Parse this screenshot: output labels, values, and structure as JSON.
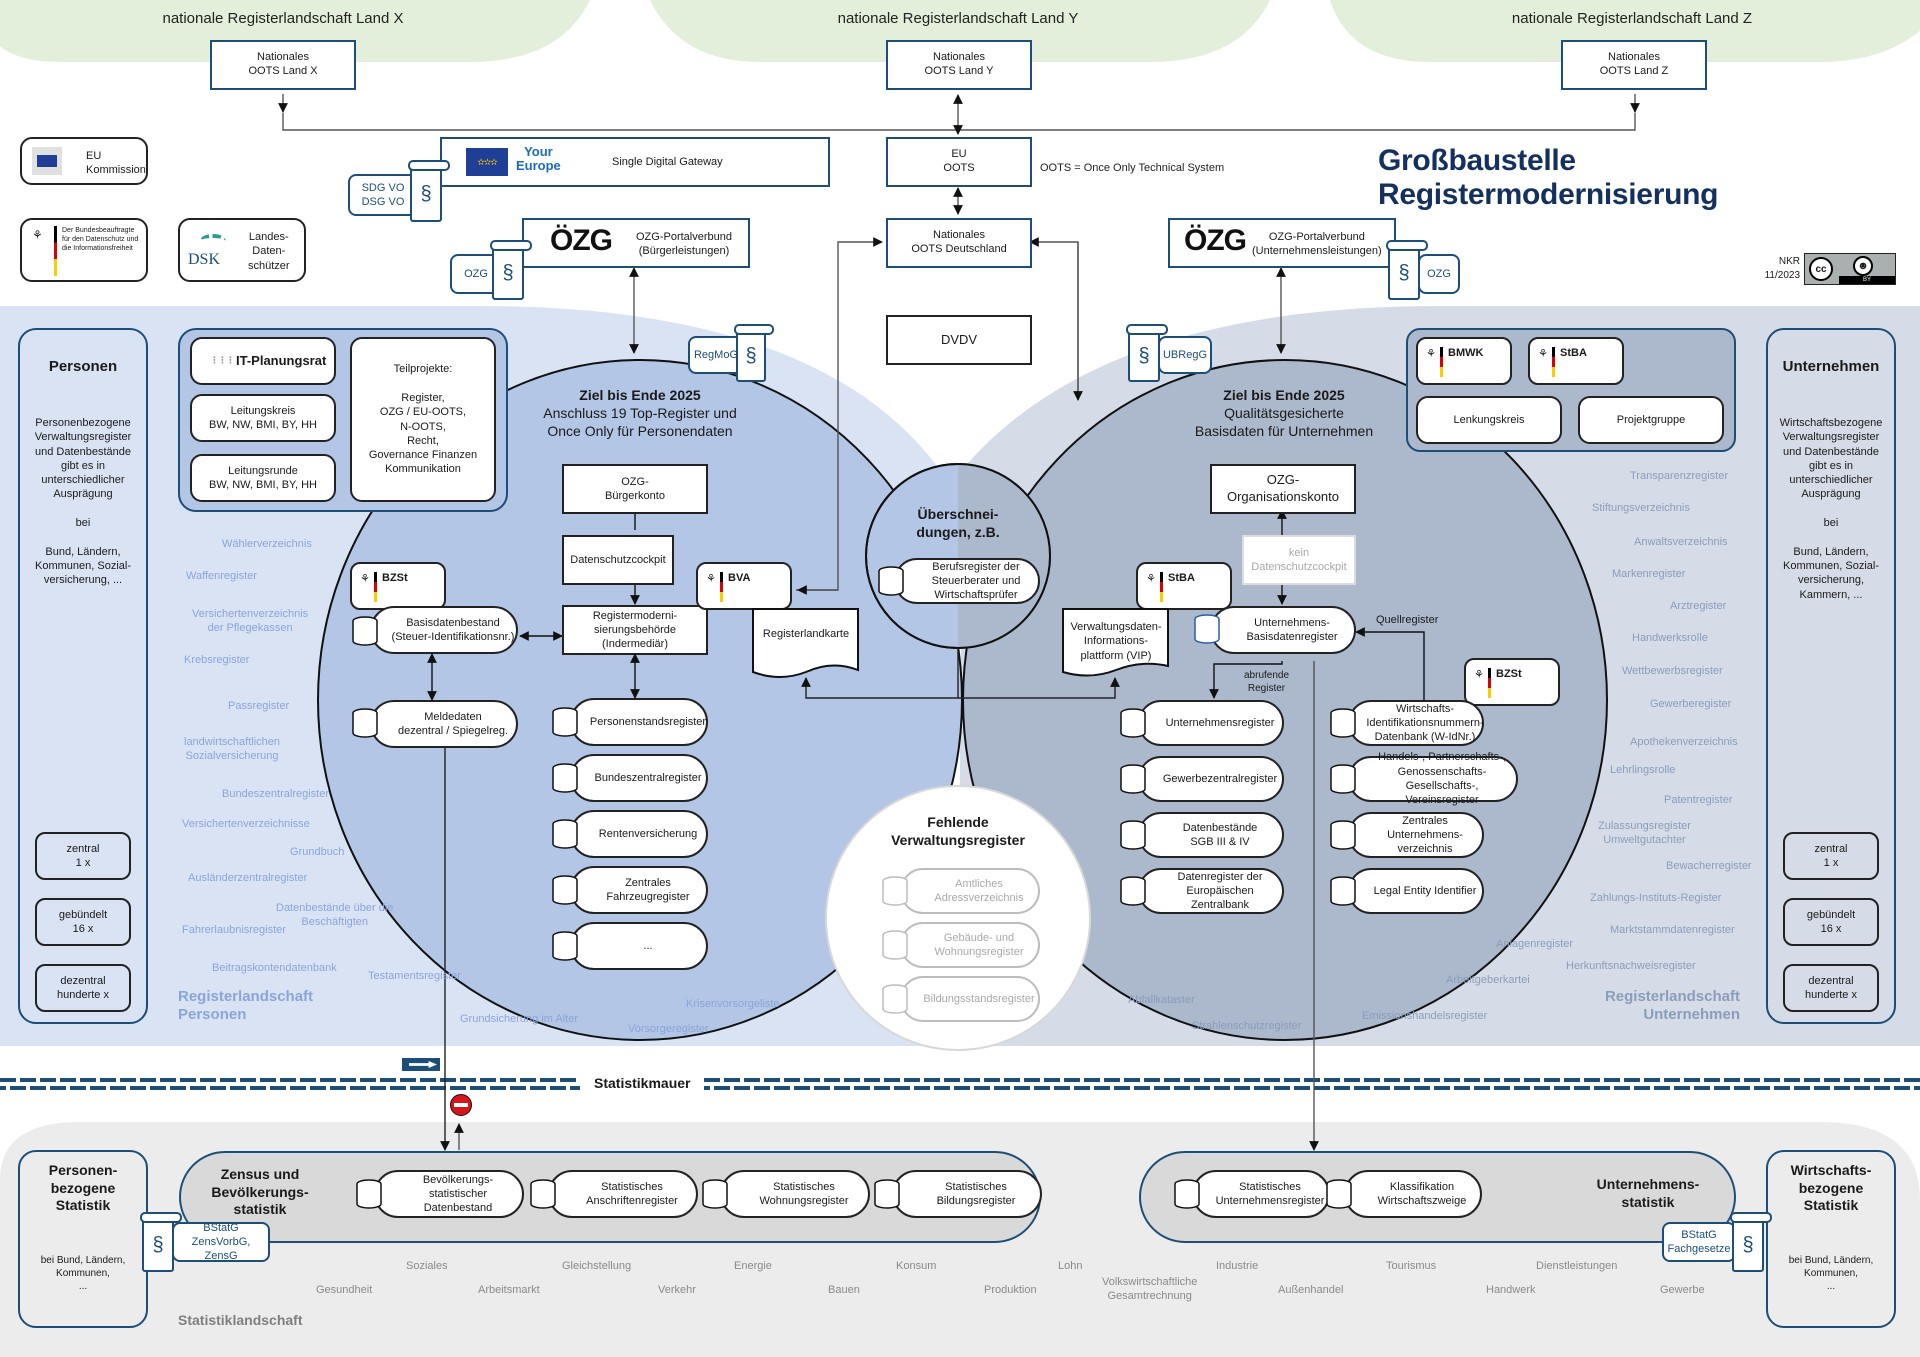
{
  "title": "Großbaustelle Registermodernisierung",
  "credit": {
    "org": "NKR",
    "date": "11/2023",
    "license": "CC BY"
  },
  "colors": {
    "navy": "#1d4e77",
    "title": "#14305e",
    "persons_region": "#dae3f4",
    "persons_circle": "#b3c6e6",
    "business_region": "#d6dce7",
    "business_circle": "#acb8cc",
    "national_green": "#e3efda",
    "statistics_bg": "#ececec"
  },
  "national_landscapes": [
    {
      "title": "nationale Registerlandschaft Land X",
      "oots": "Nationales\nOOTS Land X"
    },
    {
      "title": "nationale Registerlandschaft Land Y",
      "oots": "Nationales\nOOTS Land Y"
    },
    {
      "title": "nationale Registerlandschaft Land Z",
      "oots": "Nationales\nOOTS Land Z"
    }
  ],
  "eu": {
    "oots": "EU\nOOTS",
    "oots_legend": "OOTS = Once Only Technical System",
    "national_oots_de": "Nationales\nOOTS Deutschland",
    "dvdv": "DVDV",
    "sdg": {
      "logo_text": "Your\nEurope",
      "label": "Single Digital Gateway",
      "law": "SDG VO\nDSG VO"
    }
  },
  "authorities": {
    "eu_commission": "EU\nKommission",
    "bfdi": "Der Bundesbeauftragte\nfür den Datenschutz und\ndie Informationsfreiheit",
    "dsk_logo": "DSK",
    "dsk": "Landes-\nDaten-\nschützer"
  },
  "ozg_portals": [
    {
      "logo": "ÖZG",
      "label": "OZG-Portalverbund\n(Bürgerleistungen)",
      "law": "OZG"
    },
    {
      "logo": "ÖZG",
      "label": "OZG-Portalverbund\n(Unternehmensleistungen)",
      "law": "OZG"
    }
  ],
  "laws": {
    "regmog": "RegMoG",
    "ubregg": "UBRegG",
    "bstatg_persons": "BStatG\nZensVorbG, ZensG",
    "bstatg_business": "BStatG\nFachgesetze",
    "paragraph_icon": "§"
  },
  "persons": {
    "panel": {
      "title": "Personen",
      "text": "Personenbezogene\nVerwaltungsregister\nund Datenbestände\ngibt es in\nunterschiedlicher\nAusprägung\n\nbei\n\nBund, Ländern,\nKommunen, Sozial-\nversicherung, ...",
      "counts": [
        "zentral\n1 x",
        "gebündelt\n16 x",
        "dezentral\nhunderte x"
      ]
    },
    "governance": {
      "itplr": "IT-Planungsrat",
      "leitungskreis": "Leitungskreis\nBW, NW, BMI, BY, HH",
      "leitungsrunde": "Leitungsrunde\nBW, NW, BMI, BY, HH",
      "teilprojekte": "Teilprojekte:\n\nRegister,\nOZG / EU-OOTS,\nN-OOTS,\nRecht,\nGovernance Finanzen\nKommunikation"
    },
    "goal_title": "Ziel bis Ende 2025",
    "goal_text": "Anschluss 19 Top-Register und\nOnce Only für Personendaten",
    "buergerkonto": "OZG-\nBürgerkonto",
    "datenschutzcockpit": "Datenschutzcockpit",
    "intermediaer": "Registermoderni-\nsierungsbehörde\n(Indermediär)",
    "bzst": "BZSt",
    "bva": "BVA",
    "basisdaten": "Basisdatenbestand\n(Steuer-Identifikationsnr.)",
    "meldedaten": "Meldedaten\ndezentral / Spiegelreg.",
    "registerlandkarte": "Registerlandkarte",
    "registers": [
      "Personenstandsregister",
      "Bundeszentralregister",
      "Rentenversicherung",
      "Zentrales\nFahrzeugregister",
      "..."
    ],
    "landscape_label": "Registerlandschaft\nPersonen",
    "other_registers": [
      "Wählerverzeichnis",
      "Waffenregister",
      "Versichertenverzeichnis\nder Pflegekassen",
      "Krebsregister",
      "Passregister",
      "landwirtschaftlichen\nSozialversicherung",
      "Bundeszentralregister",
      "Versichertenverzeichnisse",
      "Grundbuch",
      "Ausländerzentralregister",
      "Datenbestände über die\nBeschäftigten",
      "Fahrerlaubnisregister",
      "Beitragskontendatenbank",
      "Testamentsregister",
      "Grundsicherung im Alter",
      "Vorsorgeregister",
      "Krisenvorsorgeliste"
    ]
  },
  "overlap": {
    "title": "Überschnei-\ndungen, z.B.",
    "register": "Berufsregister der\nSteuerberater und\nWirtschaftsprüfer"
  },
  "missing": {
    "title": "Fehlende\nVerwaltungsregister",
    "registers": [
      "Amtliches\nAdressverzeichnis",
      "Gebäude- und\nWohnungsregister",
      "Bildungsstandsregister"
    ]
  },
  "business": {
    "panel": {
      "title": "Unternehmen",
      "text": "Wirtschaftsbezogene\nVerwaltungsregister\nund Datenbestände\ngibt es in\nunterschiedlicher\nAusprägung\n\nbei\n\nBund, Ländern,\nKommunen, Sozial-\nversicherung,\nKammern, ...",
      "counts": [
        "zentral\n1 x",
        "gebündelt\n16 x",
        "dezentral\nhunderte x"
      ]
    },
    "governance": {
      "bmwk": "BMWK",
      "stba": "StBA",
      "lenkungskreis": "Lenkungskreis",
      "projektgruppe": "Projektgruppe"
    },
    "goal_title": "Ziel bis Ende 2025",
    "goal_text": "Qualitätsgesicherte\nBasisdaten für Unternehmen",
    "organisationskonto": "OZG-\nOrganisationskonto",
    "no_cockpit": "kein\nDatenschutzcockpit",
    "stba": "StBA",
    "bzst": "BZSt",
    "vip": "Verwaltungsdaten-\nInformations-\nplattform (VIP)",
    "basisdatenregister": "Unternehmens-\nBasisdatenregister",
    "quellregister": "Quellregister",
    "abrufende": "abrufende\nRegister",
    "registers_left": [
      "Unternehmensregister",
      "Gewerbezentralregister",
      "Datenbestände\nSGB III & IV",
      "Datenregister der\nEuropäischen\nZentralbank"
    ],
    "registers_right": [
      "Wirtschafts-\nIdentifikationsnummern-\nDatenbank (W-IdNr.)",
      "Handels-, Partnerschafts-,\nGenossenschafts-\nGesellschafts-, Vereinsregister",
      "Zentrales\nUnternehmens-\nverzeichnis",
      "Legal Entity Identifier"
    ],
    "landscape_label": "Registerlandschaft\nUnternehmen",
    "other_registers": [
      "Transparenzregister",
      "Stiftungsverzeichnis",
      "Anwaltsverzeichnis",
      "Markenregister",
      "Arztregister",
      "Handwerksrolle",
      "Wettbewerbsregister",
      "Gewerberegister",
      "Apothekenverzeichnis",
      "Lehrlingsrolle",
      "Patentregister",
      "Zulassungsregister\nUmweltgutachter",
      "Bewacherregister",
      "Zahlungs-Instituts-Register",
      "Marktstammdatenregister",
      "Anlagenregister",
      "Herkunftsnachweisregister",
      "Arbeitgeberkartei",
      "Emissionshandelsregister",
      "Abfallkataster",
      "Strahlenschutzregister"
    ]
  },
  "statistics": {
    "wall": "Statistikmauer",
    "one_way_sign": "Einbahnstraße",
    "landscape_label": "Statistiklandschaft",
    "persons_panel": {
      "title": "Personen-\nbezogene\nStatistik",
      "text": "bei Bund, Ländern,\nKommunen,\n..."
    },
    "business_panel": {
      "title": "Wirtschafts-\nbezogene\nStatistik",
      "text": "bei Bund, Ländern,\nKommunen,\n..."
    },
    "census": {
      "title": "Zensus und\nBevölkerungs-\nstatistik",
      "registers": [
        "Bevölkerungs-\nstatistischer\nDatenbestand",
        "Statistisches\nAnschriftenregister",
        "Statistisches\nWohnungsregister",
        "Statistisches\nBildungsregister"
      ]
    },
    "business_stats": {
      "title": "Unternehmens-\nstatistik",
      "registers": [
        "Statistisches\nUnternehmensregister",
        "Klassifikation\nWirtschaftszweige"
      ]
    },
    "topics_row1": [
      "Soziales",
      "Gleichstellung",
      "Energie",
      "Konsum",
      "Lohn",
      "Industrie",
      "Tourismus",
      "Dienstleistungen"
    ],
    "topics_row2": [
      "Gesundheit",
      "Arbeitsmarkt",
      "Verkehr",
      "Bauen",
      "Produktion",
      "Volkswirtschaftliche\nGesamtrechnung",
      "Außenhandel",
      "Handwerk",
      "Gewerbe"
    ]
  }
}
